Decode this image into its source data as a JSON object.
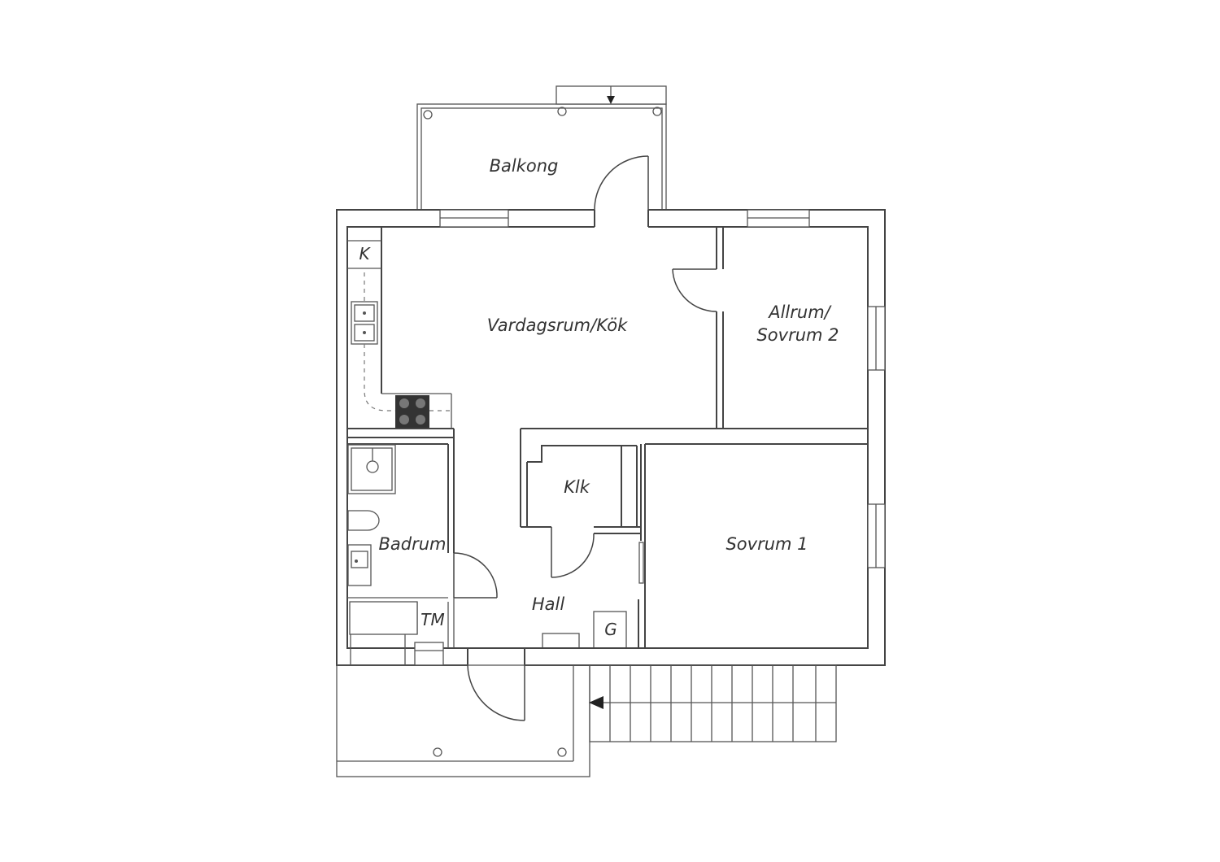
{
  "rooms": {
    "balkong": "Balkong",
    "vardagsrum": "Vardagsrum/Kök",
    "allrum_line1": "Allrum/",
    "allrum_line2": "Sovrum 2",
    "klk": "Klk",
    "badrum": "Badrum",
    "hall": "Hall",
    "sovrum1": "Sovrum 1"
  },
  "fixtures": {
    "kyl": "K",
    "tvattmaskin": "TM",
    "garderob": "G"
  },
  "colors": {
    "wall": "#444444",
    "background": "#ffffff",
    "stove": "#333333"
  }
}
